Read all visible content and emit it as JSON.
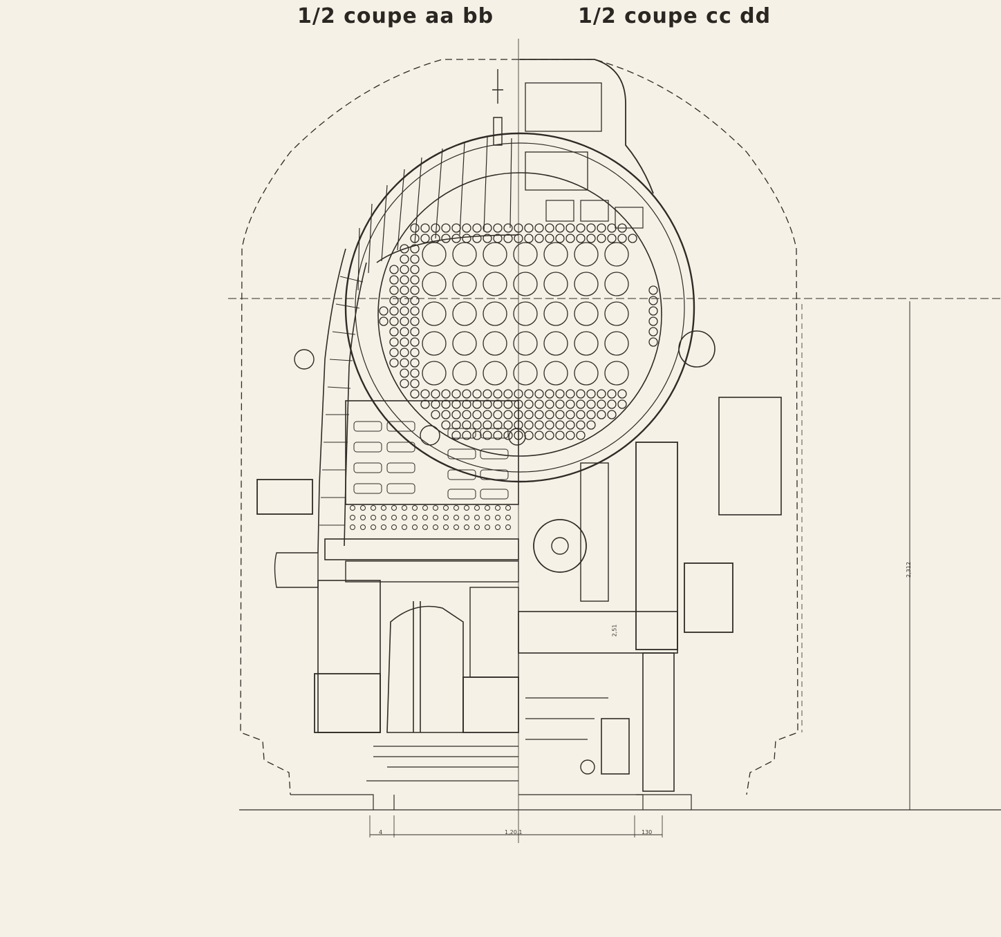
{
  "titles": {
    "left": "1/2 coupe aa bb",
    "right": "1/2 coupe cc dd"
  },
  "dimensions": {
    "bottom_left": "4",
    "bottom_middle": "1,20.1",
    "bottom_right": "130",
    "right_height": "2,312",
    "vertical_note": "2,51"
  },
  "colors": {
    "paper": "#f5f1e6",
    "ink": "#2f2a25"
  }
}
